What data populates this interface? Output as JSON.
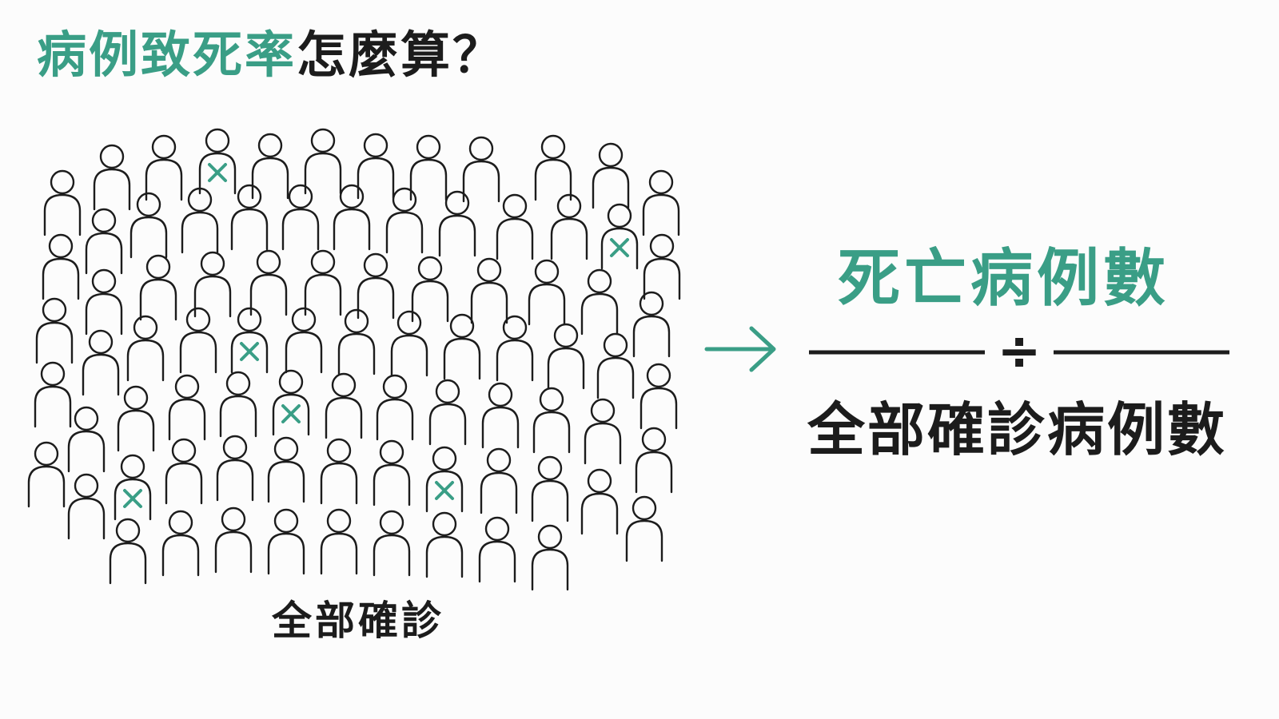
{
  "title": {
    "accent": "病例致死率",
    "rest": "怎麼算？"
  },
  "crowd": {
    "label": "全部確診",
    "person_icon": "person-outline-icon",
    "death_marker_icon": "x-mark-icon"
  },
  "formula": {
    "numerator": "死亡病例數",
    "operator": "÷",
    "denominator": "全部確診病例數"
  },
  "colors": {
    "accent": "#3a9e86",
    "text": "#1c1c1c",
    "background": "#fcfcfc"
  }
}
